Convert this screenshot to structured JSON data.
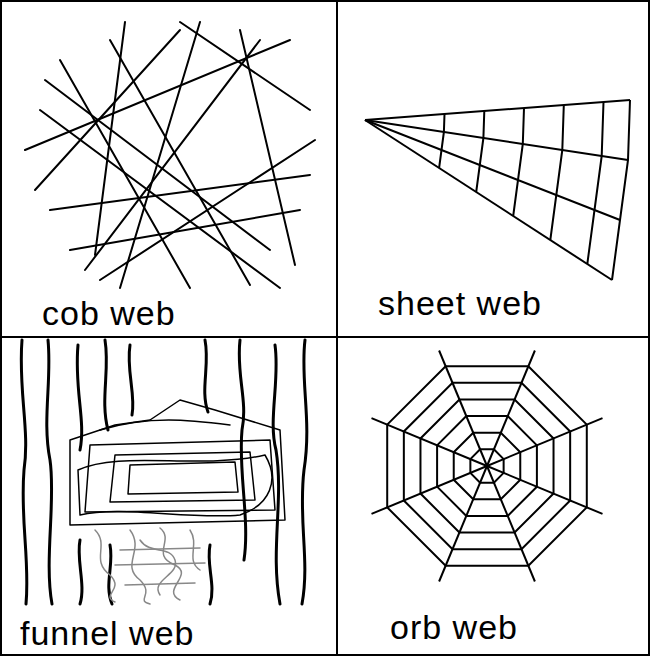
{
  "diagram": {
    "nodes": [
      {
        "text": [
          "cob web"
        ]
      },
      {
        "text": [
          "sheet web"
        ]
      },
      {
        "text": [
          "funnel web"
        ]
      },
      {
        "text": [
          "orb web"
        ]
      }
    ]
  }
}
